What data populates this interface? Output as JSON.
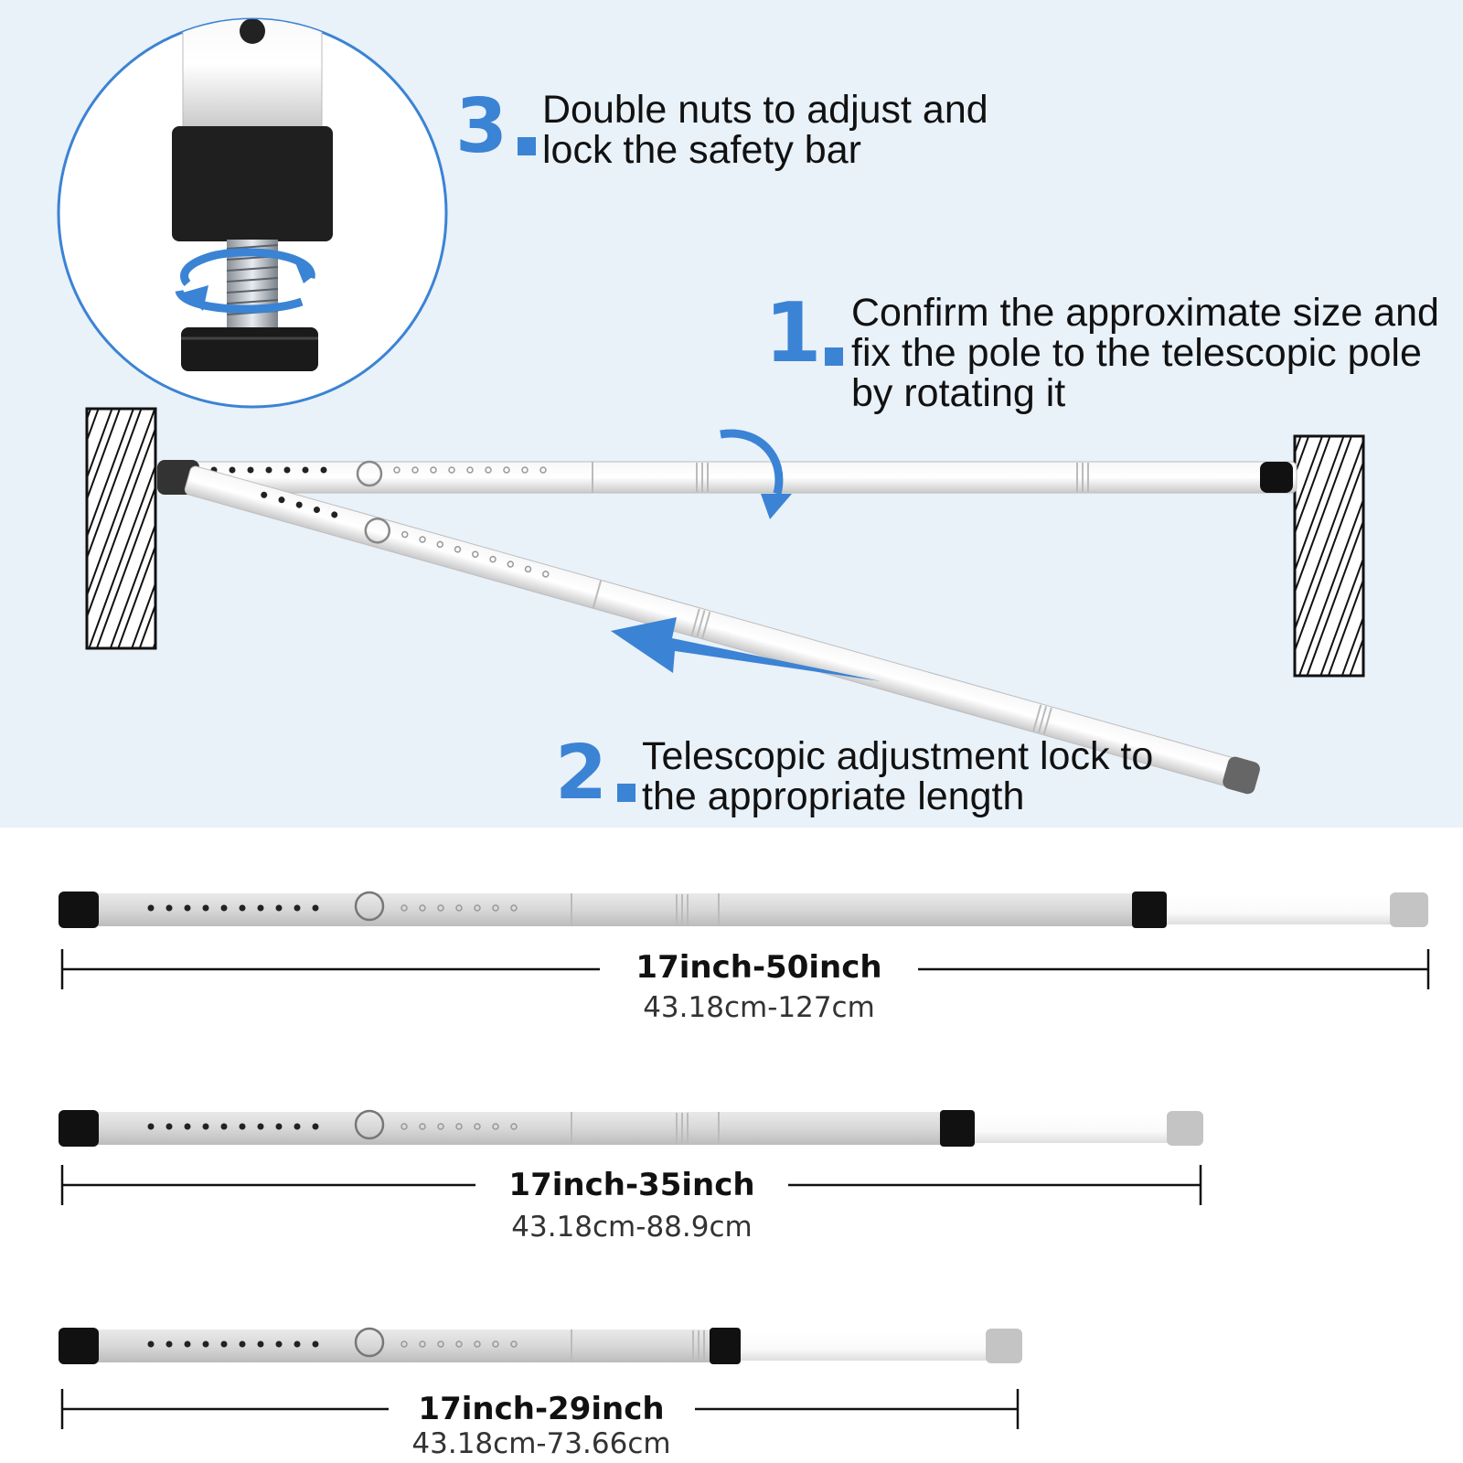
{
  "steps": [
    {
      "number": "1",
      "lines": [
        "Confirm the approximate size and",
        "fix the pole to the telescopic pole",
        "by rotating it"
      ]
    },
    {
      "number": "2",
      "lines": [
        "Telescopic adjustment lock to",
        "the appropriate length"
      ]
    },
    {
      "number": "3",
      "lines": [
        "Double nuts to adjust and",
        "lock the safety bar"
      ]
    }
  ],
  "sizes": [
    {
      "inch": "17inch-50inch",
      "cm": "43.18cm-127cm"
    },
    {
      "inch": "17inch-35inch",
      "cm": "43.18cm-88.9cm"
    },
    {
      "inch": "17inch-29inch",
      "cm": "43.18cm-73.66cm"
    }
  ],
  "colors": {
    "accent": "#3b83d4",
    "top_background": "#e9f1f9",
    "bar_grey": "#d6d6d6",
    "cap_black": "#1a1a1a"
  },
  "icons": [
    "wall-hatch",
    "rotate-arrow-icon",
    "slide-arrow-icon",
    "nut-detail-circle"
  ]
}
